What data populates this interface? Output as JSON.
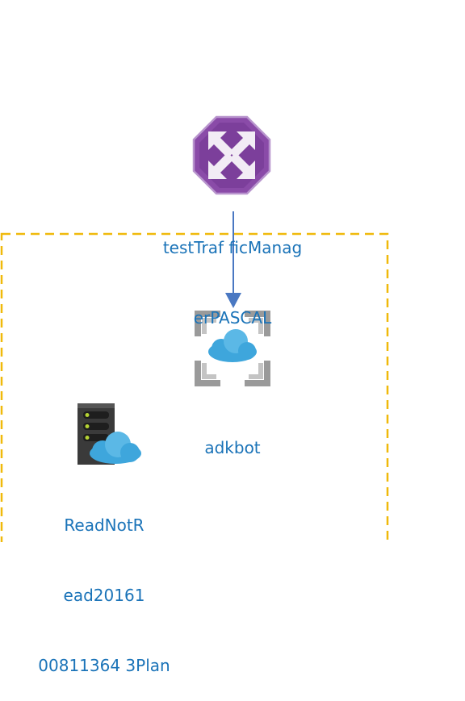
{
  "diagram": {
    "nodes": {
      "traffic_manager": {
        "label_line1": "testTraf ficManag",
        "label_line2": "erPASCAL",
        "icon": "traffic-manager-icon"
      },
      "app_service": {
        "label": "adkbot",
        "icon": "app-service-icon"
      },
      "app_service_plan": {
        "label_line1": "ReadNotR",
        "label_line2": "ead20161",
        "label_line3": "00811364 3Plan",
        "icon": "app-service-plan-icon"
      }
    },
    "edges": [
      {
        "from": "traffic_manager",
        "to": "app_service"
      }
    ],
    "group": {
      "style": "dashed",
      "label": ""
    },
    "colors": {
      "label_text": "#1a73b8",
      "group_border": "#f0b90b",
      "edge": "#4a78c2",
      "traffic_manager_purple": "#8a4ba8",
      "cloud_blue": "#3ea6dc",
      "frame_gray": "#999999",
      "server_dark": "#3a3a3a",
      "server_led": "#b5d334"
    }
  }
}
